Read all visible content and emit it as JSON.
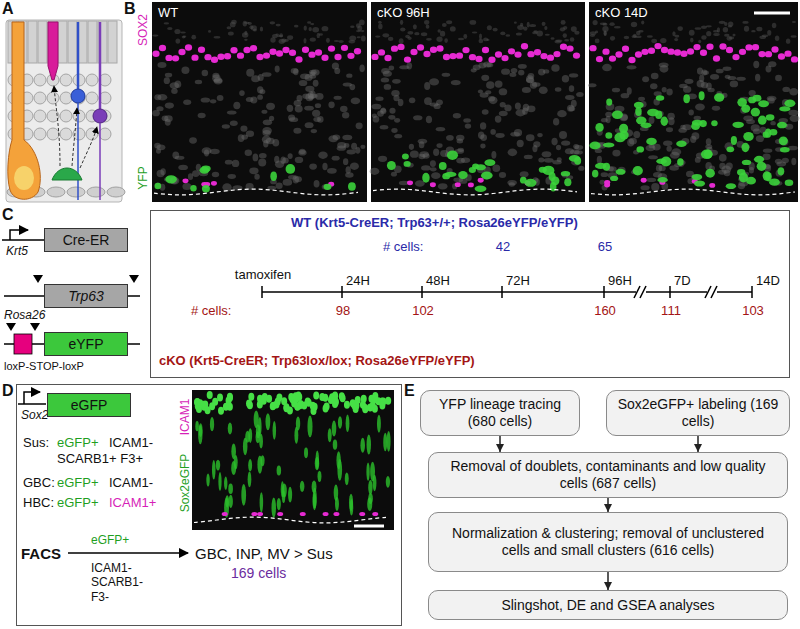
{
  "diagram": {
    "nodes": [
      {
        "text": [
          "WT"
        ]
      },
      {
        "text": [
          "cKO 96H"
        ]
      },
      {
        "text": [
          "cKO 14D"
        ]
      },
      {
        "text": [
          "Cre-ER"
        ]
      },
      {
        "text": [
          "Trp63"
        ]
      },
      {
        "text": [
          "eYFP"
        ]
      },
      {
        "text": [
          "WT (Krt5-CreER; Trp63+/+; Rosa26eYFP/eYFP)",
          "# cells:",
          "42",
          "65",
          "tamoxifen",
          "24H",
          "48H",
          "72H",
          "96H",
          "7D",
          "14D",
          "# cells:",
          "98",
          "102",
          "160",
          "111",
          "103",
          "cKO (Krt5-CreER; Trp63lox/lox; Rosa26eYFP/eYFP)"
        ]
      },
      {
        "text": [
          "Sox2",
          "Sus:",
          "eGFP+",
          "ICAM1-",
          "SCARB1+ F3+",
          "GBC:",
          "eGFP+",
          "ICAM1-",
          "HBC:",
          "eGFP+",
          "ICAM1+",
          "FACS",
          "eGFP+",
          "ICAM1- SCARB1- F3-",
          "GBC, INP, MV > Sus",
          "169 cells"
        ]
      },
      {
        "text": [
          "eGFP"
        ],
        "in": 7
      },
      {
        "text": [
          "ICAM1",
          "Sox2eGFP"
        ],
        "in": 7
      },
      {
        "text": [
          "YFP lineage tracing (680 cells)"
        ]
      },
      {
        "text": [
          "Sox2eGFP+ labeling (169 cells)"
        ]
      },
      {
        "text": [
          "Removal of doublets, contaminants and low quality cells (687 cells)"
        ]
      },
      {
        "text": [
          "Normalization & clustering; removal of unclustered cells and small clusters (616 cells)"
        ]
      },
      {
        "text": [
          "Slingshot, DE and GSEA analyses"
        ]
      }
    ],
    "edges": [
      {
        "from": 10,
        "to": 12,
        "arrow": "to"
      },
      {
        "from": 11,
        "to": 12,
        "arrow": "to"
      },
      {
        "from": 12,
        "to": 13,
        "arrow": "to"
      },
      {
        "from": 13,
        "to": 14,
        "arrow": "to"
      }
    ],
    "labels": [
      "A",
      "B",
      "SOX2",
      "YFP",
      "C",
      "Krt5",
      "Rosa26",
      "loxP-STOP-loxP",
      "D",
      "E"
    ]
  }
}
